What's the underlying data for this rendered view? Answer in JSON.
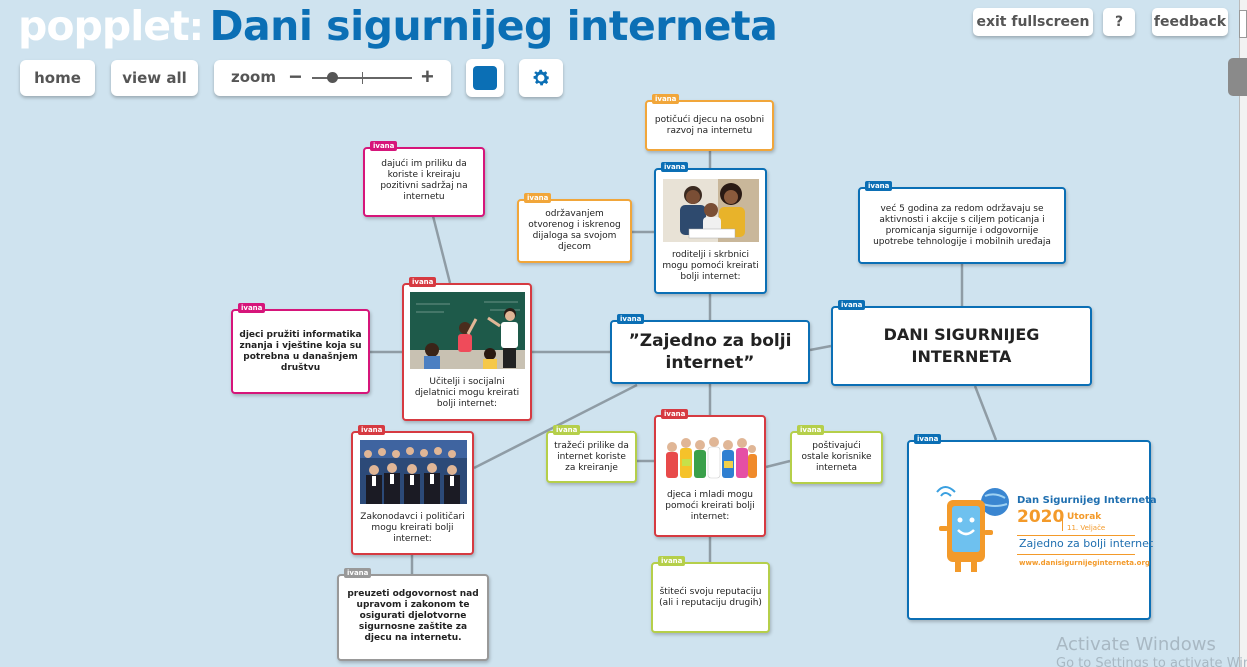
{
  "brand": {
    "logo": "popplet",
    "title": "Dani sigurnijeg interneta"
  },
  "toolbar": {
    "home": "home",
    "view_all": "view all",
    "zoom": "zoom",
    "minus": "−",
    "plus": "+",
    "exit_fullscreen": "exit fullscreen",
    "help": "?",
    "feedback": "feedback",
    "zoom_level": 0.2,
    "color": "#0b6fb5"
  },
  "colors": {
    "background": "#cfe3ef",
    "brand_blue": "#0b6fb5",
    "orange": "#f1a63a",
    "pink": "#d6157a",
    "red": "#d63a41",
    "lime": "#b5cf4a",
    "gray": "#999999"
  },
  "nodes": {
    "poticuci": {
      "author": "ivana",
      "text": "potičući djecu na osobni razvoj na internetu"
    },
    "roditelji": {
      "author": "ivana",
      "text": "roditelji i skrbnici mogu pomoći kreirati bolji internet:"
    },
    "dajuci": {
      "author": "ivana",
      "text": "dajući im priliku da koriste i kreiraju pozitivni sadržaj na internetu"
    },
    "odrzavanjem": {
      "author": "ivana",
      "text": "održavanjem otvorenog i iskrenog dijaloga sa svojom djecom"
    },
    "vec5": {
      "author": "ivana",
      "text": "već 5 godina za redom održavaju se aktivnosti i akcije s ciljem poticanja i promicanja sigurnije i odgovornije upotrebe tehnologije i mobilnih uređaja"
    },
    "djeci": {
      "author": "ivana",
      "text": "djeci pružiti informatika znanja i vještine koja su potrebna u današnjem društvu"
    },
    "ucitelji": {
      "author": "ivana",
      "text": "Učitelji i socijalni djelatnici mogu kreirati bolji internet:"
    },
    "zajedno": {
      "author": "ivana",
      "text": "”Zajedno za bolji internet”"
    },
    "dani": {
      "author": "ivana",
      "text": "DANI SIGURNIJEG INTERNETA"
    },
    "zakonodavci": {
      "author": "ivana",
      "text": "Zakonodavci i političari mogu kreirati bolji internet:"
    },
    "trazeci": {
      "author": "ivana",
      "text": "tražeći prilike da internet koriste za kreiranje"
    },
    "djeca": {
      "author": "ivana",
      "text": "djeca i mladi mogu pomoći kreirati bolji internet:"
    },
    "postivajuci": {
      "author": "ivana",
      "text": "poštivajući ostale korisnike interneta"
    },
    "poster": {
      "author": "ivana",
      "line1": "Dan Sigurnijeg Interneta",
      "year": "2020",
      "day": "Utorak",
      "date": "11. Veljače",
      "slogan": "Zajedno za bolji internet",
      "url": "www.danisigurnijeginterneta.org"
    },
    "preuzeti": {
      "author": "ivana",
      "text": "preuzeti odgovornost nad upravom i zakonom te osigurati djelotvorne sigurnosne zaštite za djecu na internetu."
    },
    "stiteci": {
      "author": "ivana",
      "text": "štiteći svoju reputaciju (ali i reputaciju drugih)"
    }
  },
  "watermark": {
    "line1": "Activate Windows",
    "line2": "Go to Settings to activate Windows."
  }
}
